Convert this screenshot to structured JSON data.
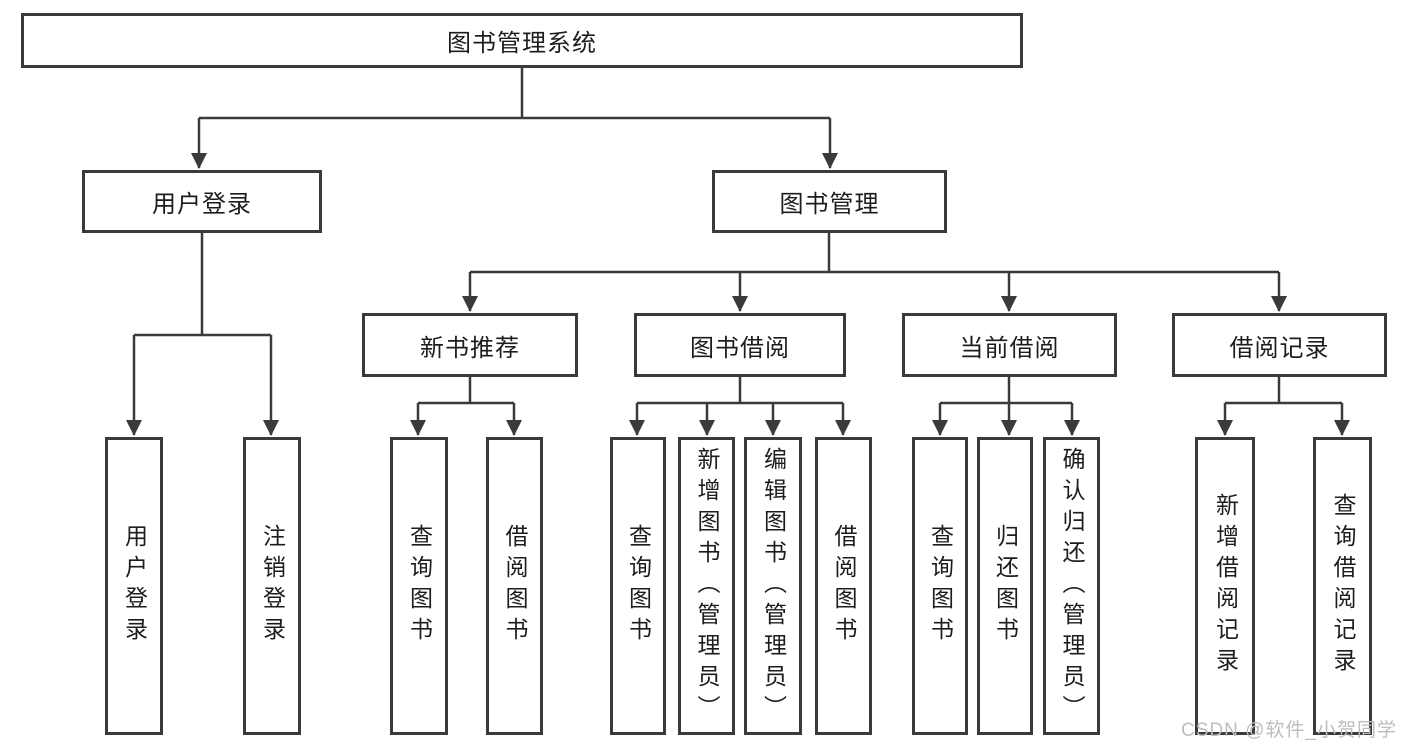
{
  "diagram": {
    "title": "图书管理系统",
    "level2": {
      "user_login": "用户登录",
      "book_management": "图书管理"
    },
    "level3": {
      "new_book_recommend": "新书推荐",
      "book_borrow": "图书借阅",
      "current_borrow": "当前借阅",
      "borrow_records": "借阅记录"
    },
    "leaves": {
      "user_login": [
        "用户登录",
        "注销登录"
      ],
      "new_book_recommend": [
        "查询图书",
        "借阅图书"
      ],
      "book_borrow": [
        "查询图书",
        "新增图书（管理员）",
        "编辑图书（管理员）",
        "借阅图书"
      ],
      "current_borrow": [
        "查询图书",
        "归还图书",
        "确认归还（管理员）"
      ],
      "borrow_records": [
        "新增借阅记录",
        "查询借阅记录"
      ]
    }
  },
  "watermark": "CSDN @软件_小贺同学",
  "colors": {
    "line": "#3a3a3a",
    "text": "#1d1d1d",
    "watermark": "#bdbdbd",
    "background": "#ffffff"
  }
}
